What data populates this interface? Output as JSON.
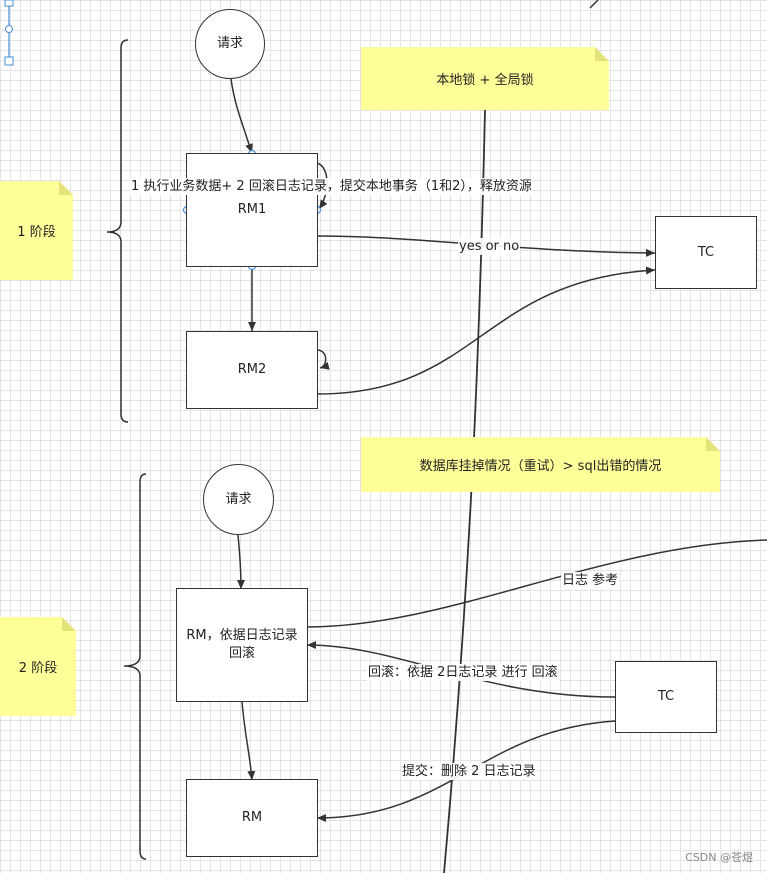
{
  "phase1": {
    "label": "1 阶段",
    "request": "请求",
    "rm1": "RM1",
    "rm2": "RM2",
    "tc": "TC",
    "note": "本地锁 + 全局锁",
    "edge_rm1_self": "1 执行业务数据+ 2 回滚日志记录，提交本地事务（1和2），释放资源",
    "edge_rm1_tc": "yes or no"
  },
  "phase2": {
    "label": "2 阶段",
    "request": "请求",
    "rm_main": "RM，依据日志记录回滚",
    "rm": "RM",
    "tc": "TC",
    "note": "数据库挂掉情况（重试）> sql出错的情况",
    "edge_log": "日志 参考",
    "edge_rollback": "回滚：依据 2日志记录 进行 回滚",
    "edge_commit": "提交：删除 2 日志记录"
  },
  "watermark": "CSDN @苍煜",
  "colors": {
    "note": "#ffff99",
    "stroke": "#333333",
    "handle": "#4a90d9"
  }
}
